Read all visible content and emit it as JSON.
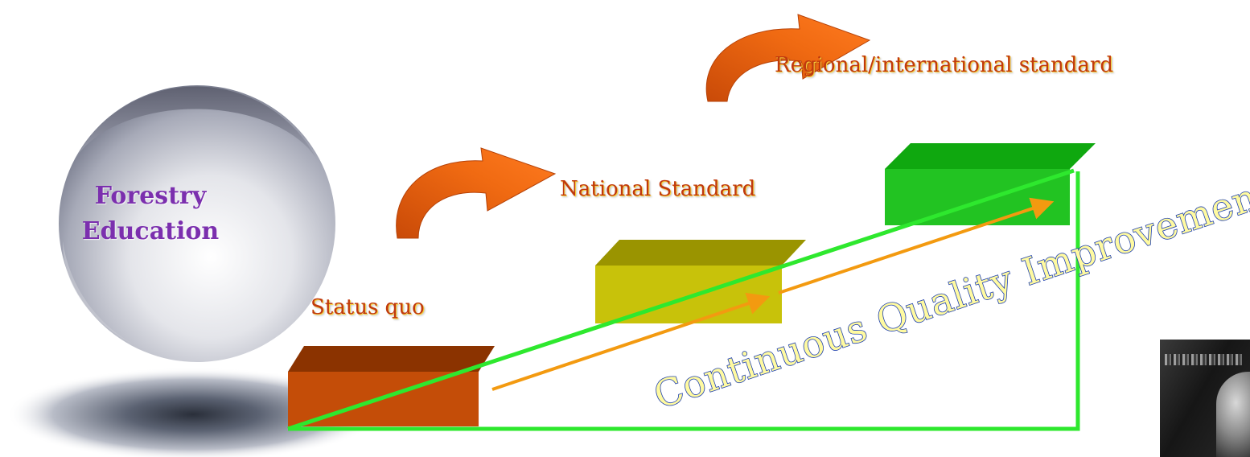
{
  "sphere": {
    "line1": "Forestry",
    "line2": "Education"
  },
  "steps": [
    {
      "label": "Status quo",
      "top_color": "#8b3300",
      "front_color": "#c44d08"
    },
    {
      "label": "National Standard",
      "top_color": "#9a9400",
      "front_color": "#c8c20a"
    },
    {
      "label": "Regional/international standard",
      "top_color": "#0fa80f",
      "front_color": "#22c322"
    }
  ],
  "diagonal_text": "Continuous Quality Improvement",
  "colors": {
    "curved_arrow": "#e8660e",
    "progress_arrow": "#f39a10",
    "frame": "#2ee82e",
    "label_text": "#c0390e",
    "sphere_text": "#7b2fae",
    "diagonal_text_fill": "#fffaa0",
    "diagonal_text_stroke": "#1d3fb0"
  },
  "icons": {
    "curved_arrow": "curved-arrow-icon",
    "progress_arrow": "progress-arrow-icon"
  }
}
